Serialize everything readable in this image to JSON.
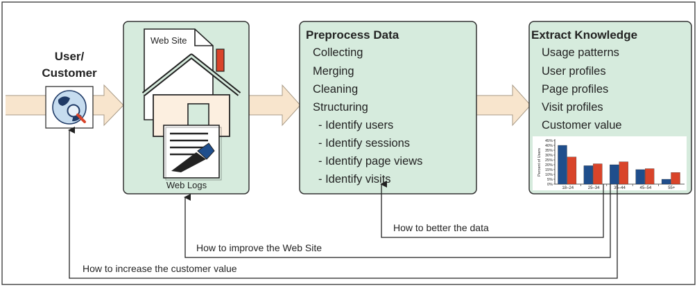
{
  "user": {
    "line1": "User/",
    "line2": "Customer"
  },
  "website": {
    "site_label": "Web Site",
    "logs_label": "Web Logs"
  },
  "preprocess": {
    "title": "Preprocess Data",
    "items": [
      "Collecting",
      "Merging",
      "Cleaning",
      "Structuring",
      "- Identify users",
      "- Identify sessions",
      "- Identify page views",
      "- Identify visits"
    ]
  },
  "extract": {
    "title": "Extract Knowledge",
    "items": [
      "Usage patterns",
      "User profiles",
      "Page profiles",
      "Visit profiles",
      "Customer value"
    ]
  },
  "feedback": {
    "data": "How to better the data",
    "website": "How to improve the Web Site",
    "customer": "How to increase the customer value"
  },
  "colors": {
    "box_fill": "#d6ebdd",
    "arrow_fill": "#f8e5cd",
    "house_wall": "#fcefe0",
    "chimney": "#d9442a",
    "series_blue": "#1f4e8c",
    "series_red": "#d9442a"
  },
  "chart_data": {
    "type": "bar",
    "categories": [
      "18–24",
      "25–34",
      "35–44",
      "45–54",
      "55+"
    ],
    "series": [
      {
        "values": [
          40,
          19,
          20,
          15,
          5
        ]
      },
      {
        "values": [
          28,
          21,
          23,
          16,
          12
        ]
      }
    ],
    "ylabel": "Percent of Users",
    "yticks": [
      "0%",
      "5%",
      "10%",
      "15%",
      "20%",
      "25%",
      "30%",
      "35%",
      "40%",
      "45%"
    ],
    "ylim": [
      0,
      45
    ]
  }
}
